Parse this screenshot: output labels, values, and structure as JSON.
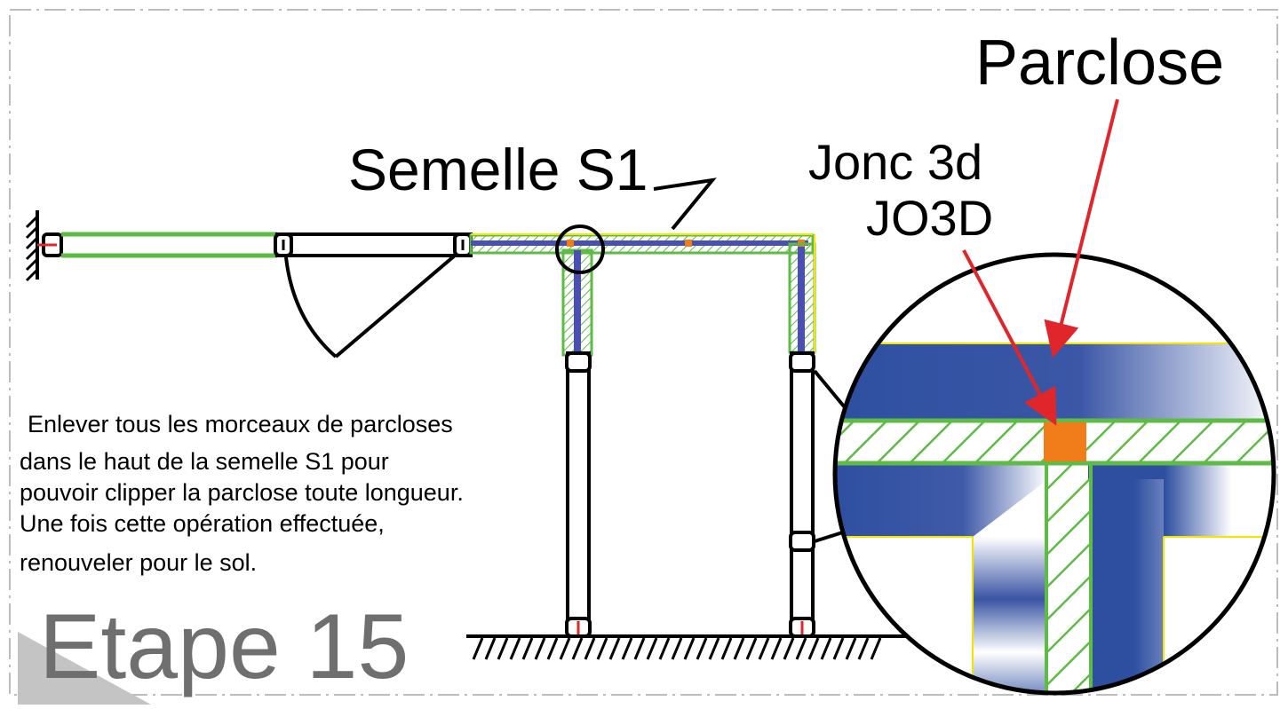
{
  "labels": {
    "semelle": "Semelle S1",
    "jonc_line1": "Jonc 3d",
    "jonc_line2": "JO3D",
    "parclose": "Parclose",
    "step": "Etape 15"
  },
  "instructions": [
    "Enlever tous les morceaux de parcloses",
    "dans le haut de la semelle S1 pour",
    "pouvoir clipper la parclose toute longueur.",
    "Une fois cette opération effectuée,",
    "renouveler pour le sol."
  ],
  "colors": {
    "frame": "#000000",
    "glazing_bead": "#5dbb46",
    "hatch": "#5dbb46",
    "profile_blue": "#2e4fa0",
    "rod_orange": "#f07d1a",
    "arrow_red": "#e0262b",
    "seal_yellow": "#f2e600",
    "border_gray": "#bdbdbd",
    "step_gray": "#6f6f6f",
    "triangle_gray": "#c4c4c4"
  }
}
